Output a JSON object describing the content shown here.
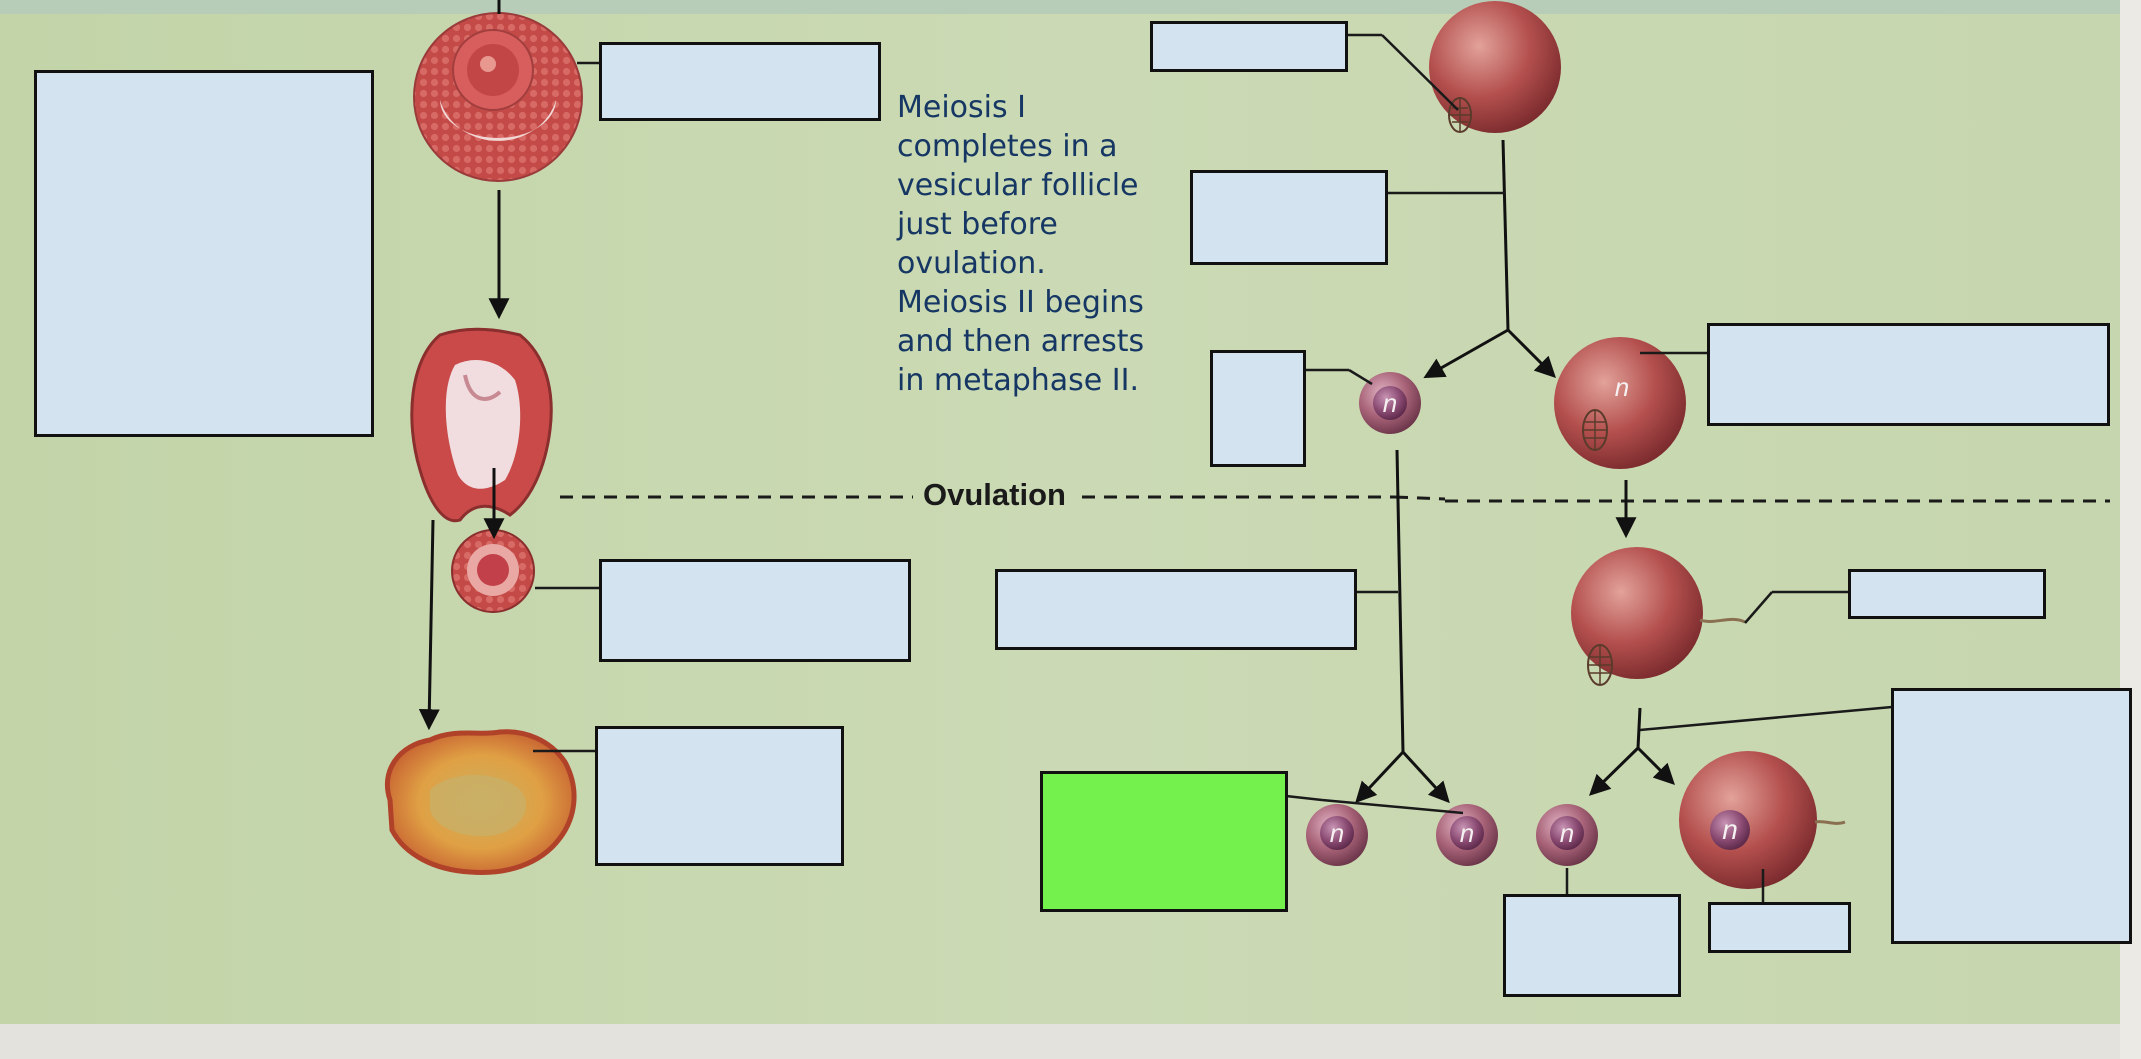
{
  "annotation": {
    "lines": [
      "Meiosis I",
      "completes in a",
      "vesicular follicle",
      "just before",
      "ovulation.",
      "Meiosis II begins",
      "and then arrests",
      "in metaphase II."
    ]
  },
  "divider_label": "Ovulation",
  "haploid_symbol": "n",
  "label_box_colors": {
    "blank": "#d4e3f0",
    "highlighted": "#74f14d"
  },
  "background_color": "#c8d8b0"
}
